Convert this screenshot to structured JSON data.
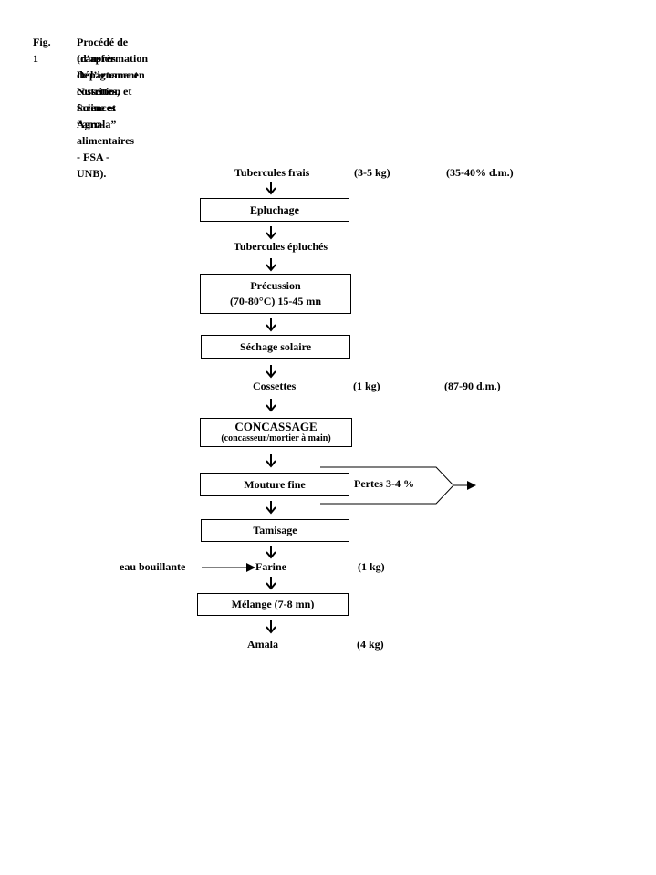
{
  "caption": {
    "number": "Fig. 1",
    "line1": "Procédé de transformation de l’igname en cossettes, farine et “amala”",
    "line2": "(d’après Département Nutrition et Sciences Agro-alimentaires - FSA - UNB)."
  },
  "flow": {
    "tubercules_frais": {
      "label": "Tubercules frais",
      "qty": "(3-5 kg)",
      "dm": "(35-40% d.m.)"
    },
    "epluchage": "Epluchage",
    "tubercules_epluches": "Tubercules épluchés",
    "precuisson": {
      "line1": "Précussion",
      "line2": "(70-80°C) 15-45 mn"
    },
    "sechage": "Séchage solaire",
    "cossettes": {
      "label": "Cossettes",
      "qty": "(1 kg)",
      "dm": "(87-90 d.m.)"
    },
    "concassage": {
      "line1": "CONCASSAGE",
      "line2": "(concasseur/mortier à main)"
    },
    "mouture": "Mouture fine",
    "pertes": "Pertes 3-4 %",
    "tamisage": "Tamisage",
    "eau": "eau bouillante",
    "farine": {
      "label": "Farine",
      "qty": "(1 kg)"
    },
    "melange": "Mélange (7-8 mn)",
    "amala": {
      "label": "Amala",
      "qty": "(4 kg)"
    }
  }
}
